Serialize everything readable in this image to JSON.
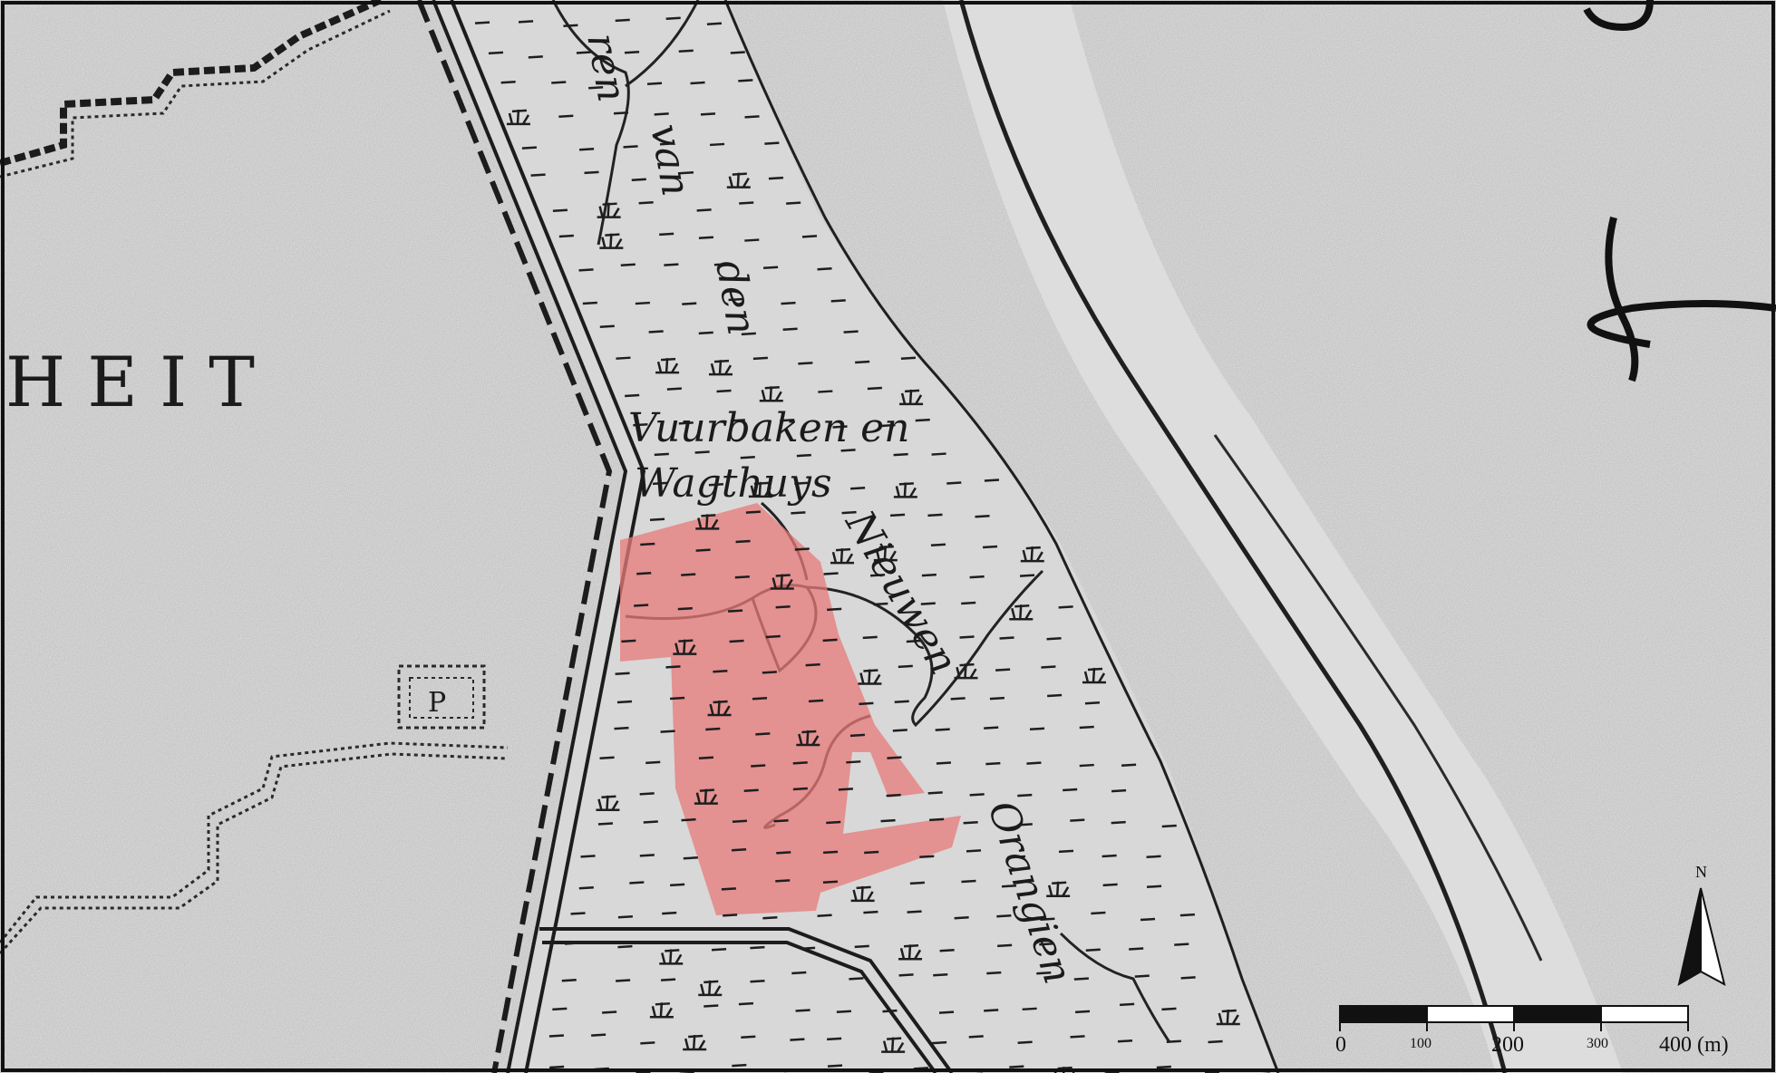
{
  "map": {
    "labels": {
      "heit": "H E I T",
      "vuurbaken_line1": "Vuurbaken en",
      "vuurbaken_line2": "Wagthuys",
      "ren": "ren",
      "van": "van",
      "den": "den",
      "nieuwen": "Nieuwen",
      "orangien": "Orangien",
      "building_mark": "P"
    },
    "north_arrow": {
      "label": "N"
    },
    "scale_bar": {
      "ticks": [
        "0",
        "100",
        "200",
        "300",
        "400 (m)"
      ],
      "segment_count": 4
    },
    "highlight": {
      "color": "#e87a7a"
    },
    "colors": {
      "paper": "#e2e2e2",
      "ink": "#1b1b1b",
      "marsh_fill": "#d6d6d6"
    }
  }
}
